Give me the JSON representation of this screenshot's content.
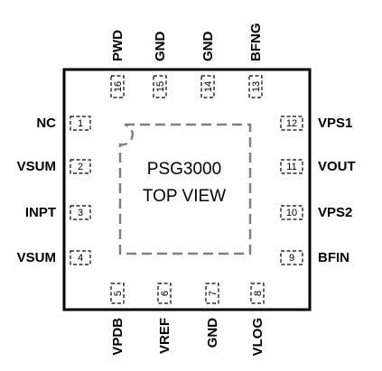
{
  "chip": {
    "part_number": "PSG3000",
    "view_label": "TOP VIEW"
  },
  "pins": {
    "left": [
      {
        "number": "1",
        "name": "NC"
      },
      {
        "number": "2",
        "name": "VSUM"
      },
      {
        "number": "3",
        "name": "INPT"
      },
      {
        "number": "4",
        "name": "VSUM"
      }
    ],
    "bottom": [
      {
        "number": "5",
        "name": "VPDB"
      },
      {
        "number": "6",
        "name": "VREF"
      },
      {
        "number": "7",
        "name": "GND"
      },
      {
        "number": "8",
        "name": "VLOG"
      }
    ],
    "right": [
      {
        "number": "9",
        "name": "BFIN"
      },
      {
        "number": "10",
        "name": "VPS2"
      },
      {
        "number": "11",
        "name": "VOUT"
      },
      {
        "number": "12",
        "name": "VPS1"
      }
    ],
    "top": [
      {
        "number": "13",
        "name": "BFNG"
      },
      {
        "number": "14",
        "name": "GND"
      },
      {
        "number": "15",
        "name": "GND"
      },
      {
        "number": "16",
        "name": "PWD"
      }
    ]
  },
  "colors": {
    "body_outline": "#000000",
    "pad_outline": "#000000",
    "exposed_pad_outline": "#808080"
  }
}
